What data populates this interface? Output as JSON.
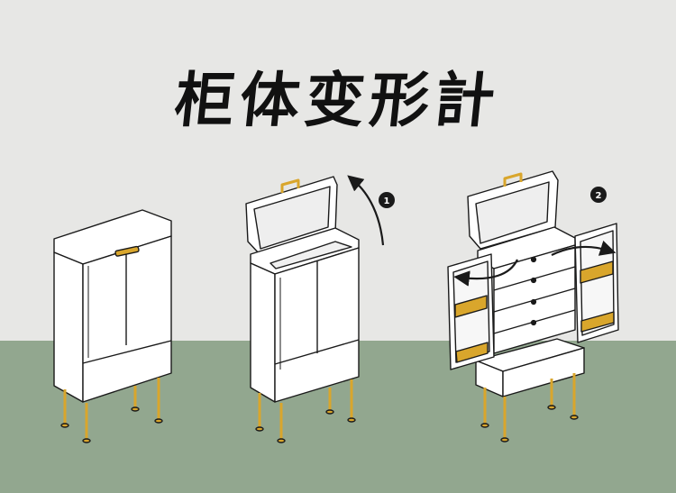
{
  "title": "柜体变形計",
  "palette": {
    "background": "#e7e7e5",
    "floor": "#92a78f",
    "cabinet": "#ffffff",
    "outline": "#1a1a1a",
    "brass": "#d9a62c",
    "mirror": "#eeeeee"
  },
  "steps": [
    {
      "number": "1",
      "action": "lift-lid"
    },
    {
      "number": "2",
      "action": "swing-doors-open"
    }
  ]
}
